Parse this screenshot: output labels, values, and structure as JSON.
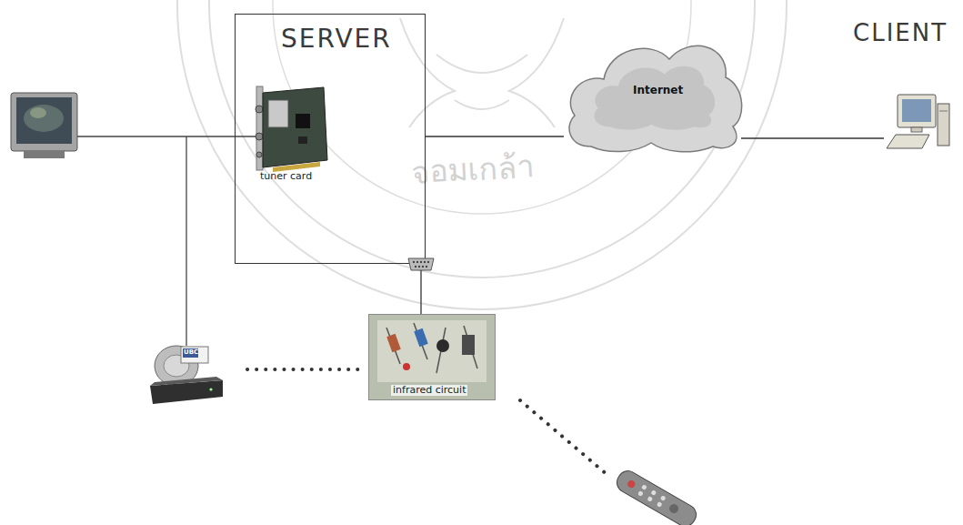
{
  "diagram": {
    "nodes": [
      {
        "text": [
          "SERVER"
        ]
      },
      {
        "text": [
          "tuner card"
        ],
        "in": 0
      },
      {
        "text": [
          "Internet"
        ]
      },
      {
        "text": [
          "CLIENT"
        ]
      },
      {
        "text": [
          "infrared circuit"
        ]
      }
    ],
    "edges": [
      {
        "from": 0,
        "to": 2,
        "arrow": "none"
      },
      {
        "from": 2,
        "to": 3,
        "arrow": "none"
      },
      {
        "from": 0,
        "to": 4,
        "arrow": "none"
      }
    ],
    "labels": [
      "UBC",
      "จอมเกล้า"
    ]
  }
}
